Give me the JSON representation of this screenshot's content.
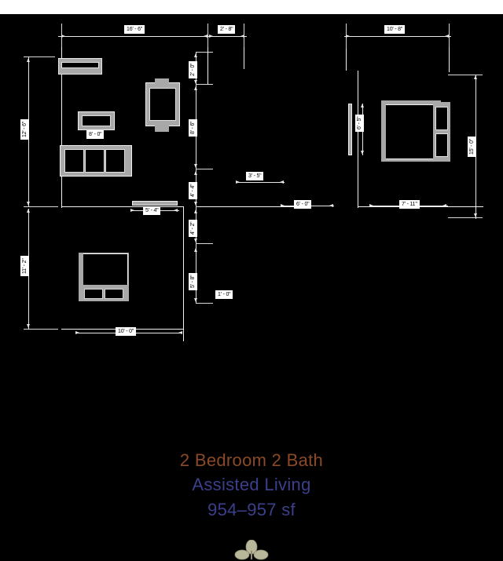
{
  "document": {
    "type": "architectural-floor-plan",
    "title_line_1": "2 Bedroom 2 Bath",
    "title_line_2": "Assisted Living",
    "title_line_3": "954–957 sf",
    "title_color_1": "#8a4a28",
    "title_color_2": "#3b3f8c",
    "background_color": "#000000",
    "line_color": "#f2f2f2",
    "logo_name": "leaf-trio-logo"
  },
  "dimensions": {
    "top": [
      {
        "label": "16' - 6\"",
        "name": "dim-top-left"
      },
      {
        "label": "2' - 8\"",
        "name": "dim-top-middle"
      },
      {
        "label": "10' - 8\"",
        "name": "dim-top-right"
      }
    ],
    "left": [
      {
        "label": "12' - 6\"",
        "name": "dim-left-upper"
      },
      {
        "label": "11' - 2\"",
        "name": "dim-left-lower"
      }
    ],
    "right": [
      {
        "label": "15' - 0\"",
        "name": "dim-right"
      }
    ],
    "center_vertical": [
      {
        "label": "2' - 0\"",
        "name": "dim-center-v-1"
      },
      {
        "label": "8' - 6\"",
        "name": "dim-center-v-2"
      },
      {
        "label": "4' - 4\"",
        "name": "dim-center-v-3"
      },
      {
        "label": "4' - 2\"",
        "name": "dim-center-v-4"
      },
      {
        "label": "5' - 8\"",
        "name": "dim-center-v-5"
      }
    ],
    "interior_horizontal": [
      {
        "label": "5' - 4\"",
        "name": "dim-int-h-1"
      },
      {
        "label": "3' - 5\"",
        "name": "dim-int-h-2"
      },
      {
        "label": "6' - 0\"",
        "name": "dim-int-h-3"
      },
      {
        "label": "7' - 11\"",
        "name": "dim-int-h-4"
      },
      {
        "label": "1' - 0\"",
        "name": "dim-int-h-5"
      },
      {
        "label": "10' - 0\"",
        "name": "dim-bottom"
      },
      {
        "label": "8' - 0\"",
        "name": "dim-furniture-table"
      },
      {
        "label": "6' - 5\"",
        "name": "dim-bedroom-door"
      }
    ]
  },
  "furniture": [
    {
      "name": "kitchen-counter-unit"
    },
    {
      "name": "dining-table"
    },
    {
      "name": "sofa-three-seat"
    },
    {
      "name": "bathroom-fixture-upper"
    },
    {
      "name": "bed-lower-left"
    },
    {
      "name": "bed-right-bedroom"
    },
    {
      "name": "nightstand-right"
    },
    {
      "name": "door-swing-bedroom"
    }
  ]
}
